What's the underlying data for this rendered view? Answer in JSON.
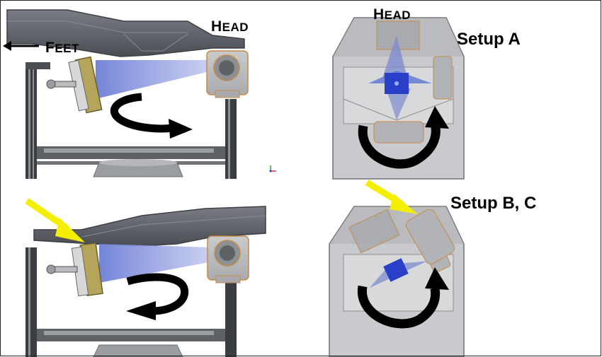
{
  "labels": {
    "head_left": "HEAD",
    "feet": "FEET",
    "head_right": "HEAD",
    "setup_a": "Setup A",
    "setup_bc": "Setup B, C"
  },
  "colors": {
    "structure": "#5e6166",
    "structure_dark": "#3c3f44",
    "table": "#6a6d72",
    "beam": "#7f8ccf",
    "beam_core": "#2a3fc8",
    "gantry_fill": "#d9d9d9",
    "gantry_edge": "#c58a45",
    "arrow": "#000000",
    "highlight_arrow": "#f4ef00"
  },
  "icons": [
    "rotation-arrow-icon",
    "feet-direction-arrow-icon",
    "yellow-pointer-arrow-icon",
    "axis-gizmo-icon"
  ]
}
